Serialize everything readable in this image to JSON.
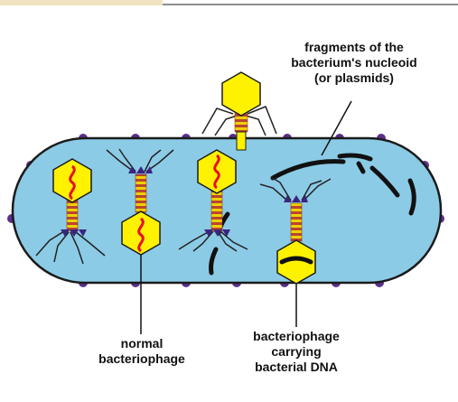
{
  "labels": {
    "fragments": [
      "fragments of the",
      "bacterium's nucleoid",
      "(or plasmids)"
    ],
    "normal": [
      "normal",
      "bacteriophage"
    ],
    "carrying": [
      "bacteriophage",
      "carrying",
      "bacterial DNA"
    ]
  },
  "colors": {
    "cell_fill": "#8ccbe6",
    "cell_outline": "#1b1b1b",
    "membrane_dots": "#5c2f8a",
    "capsid": "#fff200",
    "viral_dna": "#e8102a",
    "tail_rings": "#b9462e",
    "bacterial_dna": "#111111",
    "tail_fiber": "#222222"
  }
}
